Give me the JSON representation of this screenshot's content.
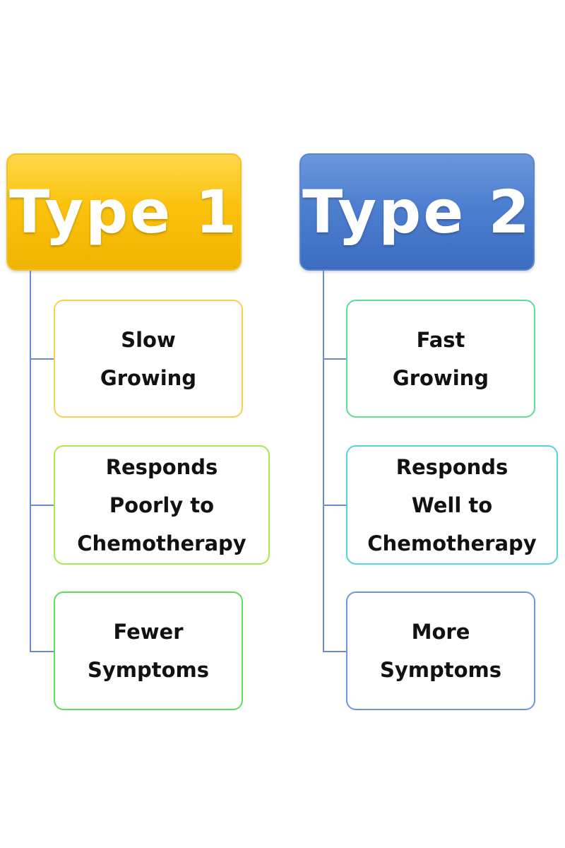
{
  "columns": [
    {
      "title": "Type 1",
      "accent": "#fbc20d",
      "items": [
        {
          "lines": [
            "Slow",
            "Growing"
          ],
          "border": "#fbcf4e"
        },
        {
          "lines": [
            "Responds",
            "Poorly to",
            "Chemotherapy"
          ],
          "border": "#a6ea4f"
        },
        {
          "lines": [
            "Fewer",
            "Symptoms"
          ],
          "border": "#5fdc5f"
        }
      ]
    },
    {
      "title": "Type 2",
      "accent": "#4d7fd0",
      "items": [
        {
          "lines": [
            "Fast",
            "Growing"
          ],
          "border": "#5fdc9a"
        },
        {
          "lines": [
            "Responds",
            "Well to",
            "Chemotherapy"
          ],
          "border": "#56d3dc"
        },
        {
          "lines": [
            "More",
            "Symptoms"
          ],
          "border": "#6f96dc"
        }
      ]
    }
  ]
}
